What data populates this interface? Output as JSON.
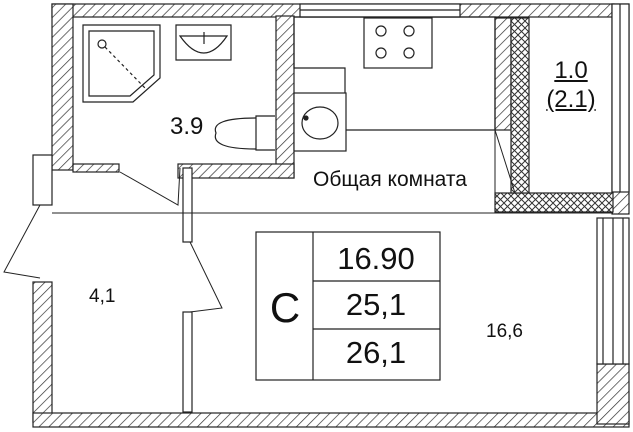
{
  "plan": {
    "room_name": "Общая комната",
    "bathroom_area": "3.9",
    "hallway_area": "4,1",
    "main_area": "16,6",
    "balcony_area": "1.0",
    "balcony_area_full": "(2.1)"
  },
  "summary_card": {
    "type_letter": "C",
    "living_area": "16.90",
    "total_area": "25,1",
    "total_area_with_balcony": "26,1"
  }
}
